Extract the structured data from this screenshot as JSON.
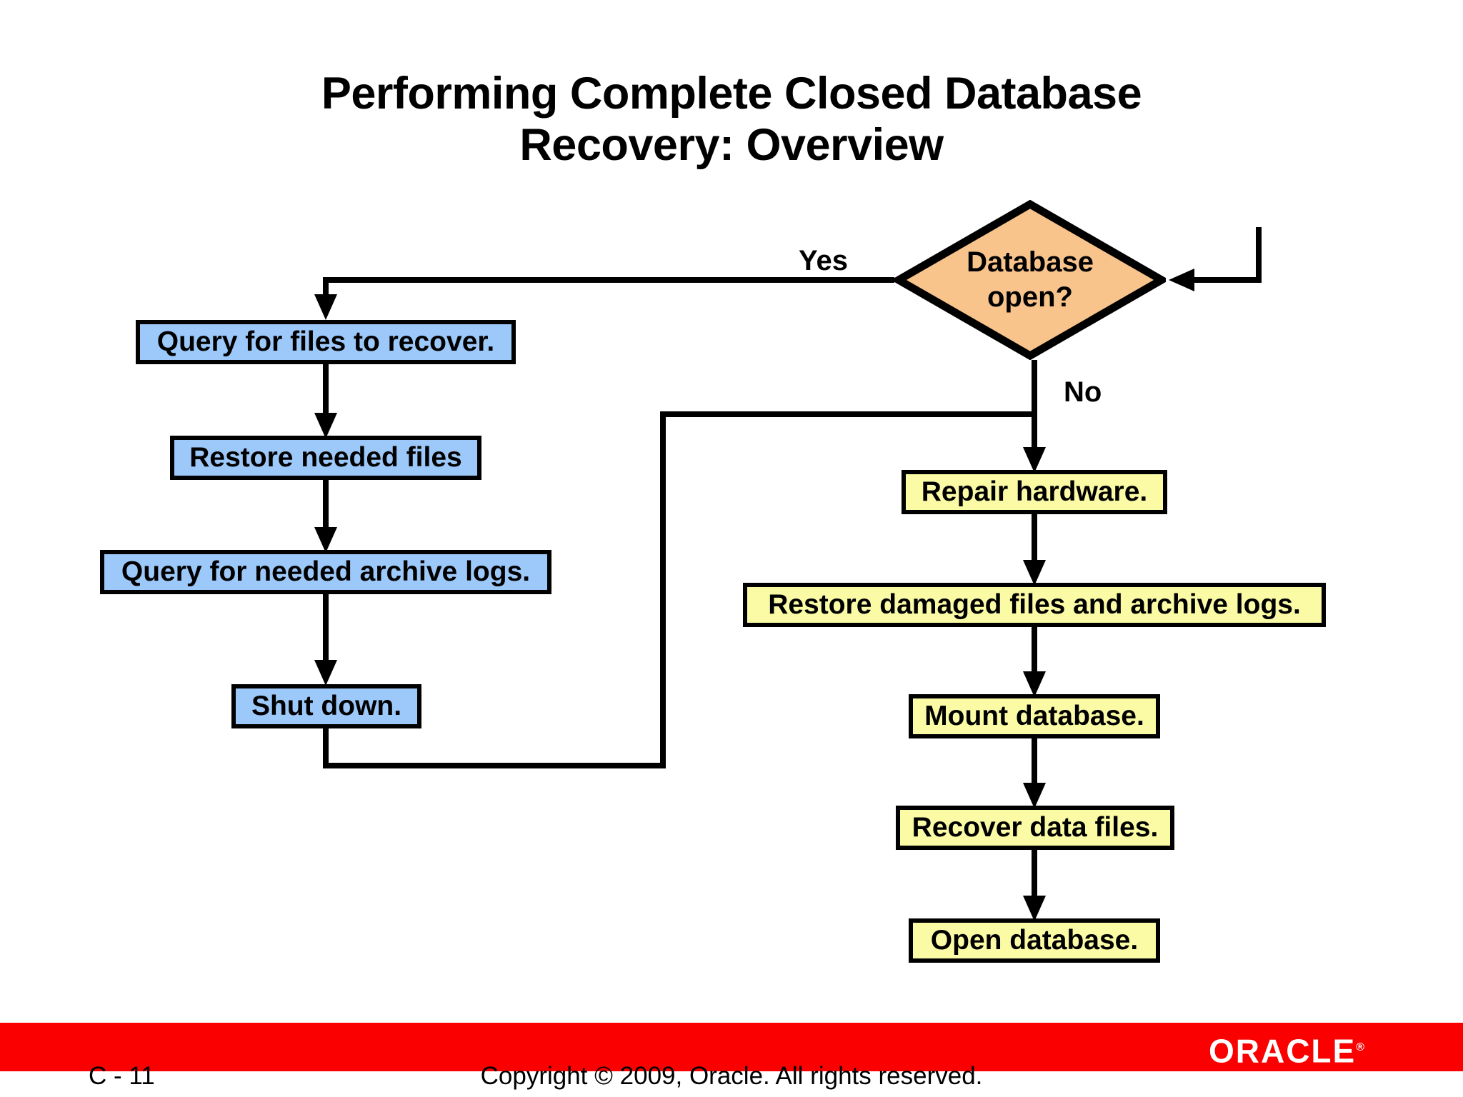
{
  "slide": {
    "title": "Performing Complete Closed Database\nRecovery: Overview"
  },
  "diagram": {
    "decision": {
      "label": "Database\nopen?",
      "fill": "#F8C48C",
      "stroke": "#000000"
    },
    "edge_labels": {
      "yes": "Yes",
      "no": "No"
    },
    "yes_branch": {
      "fill": "#9DC8FA",
      "nodes": [
        {
          "label": "Query for files to recover."
        },
        {
          "label": "Restore needed files"
        },
        {
          "label": "Query for needed archive logs."
        },
        {
          "label": "Shut down."
        }
      ]
    },
    "no_branch": {
      "fill": "#FBFBA6",
      "nodes": [
        {
          "label": "Repair hardware."
        },
        {
          "label": "Restore damaged files and archive logs."
        },
        {
          "label": "Mount database."
        },
        {
          "label": "Recover data files."
        },
        {
          "label": "Open database."
        }
      ]
    }
  },
  "footer": {
    "bar_color": "#FA0000",
    "brand": "ORACLE",
    "brand_trademark": "®",
    "page_number": "C - 11",
    "copyright": "Copyright © 2009, Oracle. All rights reserved."
  }
}
